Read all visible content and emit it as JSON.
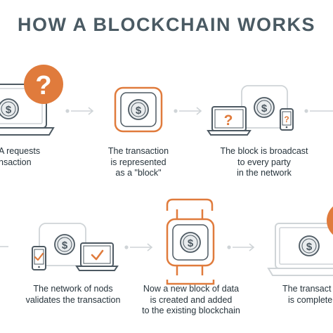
{
  "title": "HOW A BLOCKCHAIN WORKS",
  "colors": {
    "accent": "#e07b3c",
    "outline": "#4d5962",
    "light_outline": "#cfd4d7",
    "coin_fill": "#e9ecee",
    "arrow": "#cfd4d7",
    "text": "#26333b",
    "title": "#4a5a63"
  },
  "steps": [
    {
      "lines": [
        "A requests",
        "nsaction"
      ],
      "icons": [
        "laptop-icon",
        "question-mark-badge-icon",
        "coin-dollar-icon"
      ]
    },
    {
      "lines": [
        "The transaction",
        "is represented",
        "as a \"block\""
      ],
      "icons": [
        "block-icon",
        "coin-dollar-icon"
      ]
    },
    {
      "lines": [
        "The block is broadcast",
        "to every party",
        "in the network"
      ],
      "icons": [
        "laptop-icon",
        "phone-icon",
        "question-mark-icon",
        "coin-dollar-icon"
      ]
    },
    {
      "lines": [
        "The network of nods",
        "validates the transaction"
      ],
      "icons": [
        "phone-icon",
        "laptop-icon",
        "check-mark-icon",
        "coin-dollar-icon"
      ]
    },
    {
      "lines": [
        "Now a new block of data",
        "is created and added",
        "to the existing blockchain"
      ],
      "icons": [
        "chained-blocks-icon",
        "coin-dollar-icon"
      ]
    },
    {
      "lines": [
        "The transact",
        "is complete"
      ],
      "icons": [
        "laptop-icon",
        "coin-dollar-icon",
        "badge-icon"
      ]
    }
  ],
  "coin_symbol": "$",
  "question_symbol": "?"
}
